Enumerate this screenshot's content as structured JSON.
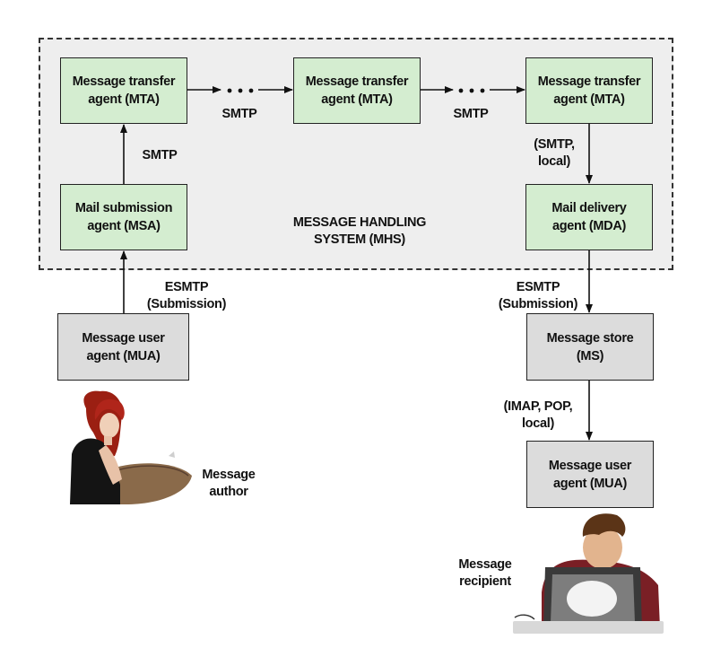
{
  "diagram": {
    "mhs_region_label": "MESSAGE HANDLING\nSYSTEM (MHS)",
    "nodes": {
      "mta_left": "Message transfer\nagent (MTA)",
      "mta_middle": "Message transfer\nagent (MTA)",
      "mta_right": "Message transfer\nagent (MTA)",
      "msa": "Mail submission\nagent (MSA)",
      "mda": "Mail delivery\nagent (MDA)",
      "mua_author": "Message user\nagent (MUA)",
      "ms": "Message store\n(MS)",
      "mua_recipient": "Message user\nagent (MUA)"
    },
    "edge_labels": {
      "mta_left_to_middle": "SMTP",
      "mta_middle_to_right": "SMTP",
      "msa_to_mta": "SMTP",
      "mta_to_mda": "(SMTP,\nlocal)",
      "mua_to_msa": "ESMTP\n(Submission)",
      "mda_to_ms": "ESMTP\n(Submission)",
      "ms_to_mua": "(IMAP, POP,\nlocal)"
    },
    "people": {
      "author_label": "Message\nauthor",
      "recipient_label": "Message\nrecipient"
    },
    "colors": {
      "mhs_box_fill": "#d4edd0",
      "user_box_fill": "#dcdcdc",
      "region_fill": "#eeeeee"
    }
  }
}
